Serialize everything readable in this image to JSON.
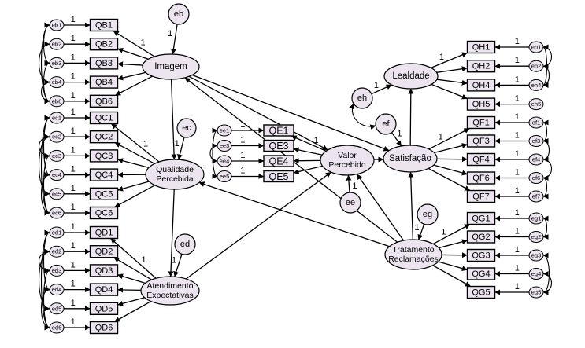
{
  "latents": {
    "eb_err": "eb",
    "imagem": "Imagem",
    "ec_err": "ec",
    "qualidade": [
      "Qualidade",
      "Percebida"
    ],
    "ed_err": "ed",
    "atendimento": [
      "Atendimento",
      "Expectativas"
    ],
    "valor": [
      "Valor",
      "Percebido"
    ],
    "ee_err": "ee",
    "satisfacao": "Satisfação",
    "eh_err": "eh",
    "ef_err": "ef",
    "lealdade": "Lealdade",
    "eg_err": "eg",
    "tratamento": [
      "Tratamento",
      "Reclamações"
    ]
  },
  "indicators": {
    "qb": [
      "QB1",
      "QB2",
      "QB3",
      "QB4",
      "QB6"
    ],
    "qc": [
      "QC1",
      "QC2",
      "QC3",
      "QC4",
      "QC5",
      "QC6"
    ],
    "qd": [
      "QD1",
      "QD2",
      "QD3",
      "QD4",
      "QD5",
      "QD6"
    ],
    "qe": [
      "QE1",
      "QE3",
      "QE4",
      "QE5"
    ],
    "qh": [
      "QH1",
      "QH2",
      "QH4",
      "QH5"
    ],
    "qf": [
      "QF1",
      "QF3",
      "QF4",
      "QF6",
      "QF7"
    ],
    "qg": [
      "QG1",
      "QG2",
      "QG3",
      "QG4",
      "QG5"
    ]
  },
  "errors": {
    "qb": [
      "eb1",
      "eb2",
      "eb3",
      "eb4",
      "eb6"
    ],
    "qc": [
      "ec1",
      "ec2",
      "ec3",
      "ec4",
      "ec5",
      "ec6"
    ],
    "qd": [
      "ed1",
      "ed2",
      "ed3",
      "ed4",
      "ed5",
      "ed6"
    ],
    "qe": [
      "ee1",
      "ee3",
      "ee4",
      "ee5"
    ],
    "qh": [
      "eh1",
      "eh2",
      "eh4",
      "eh5"
    ],
    "qf": [
      "ef1",
      "ef3",
      "ef4",
      "ef6",
      "ef7"
    ],
    "qg": [
      "eg1",
      "eg2",
      "eg3",
      "eg4",
      "eg5"
    ]
  },
  "fixed_loading": "1"
}
